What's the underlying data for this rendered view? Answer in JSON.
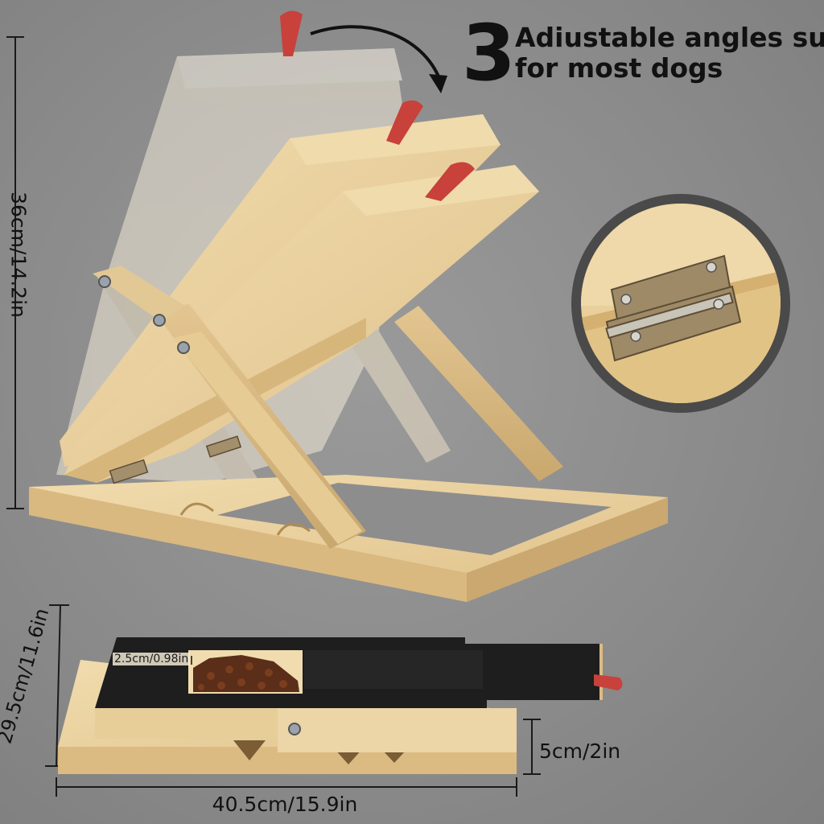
{
  "headline": {
    "number": "3",
    "line1": "Adiustable angles suit",
    "line2": "for most dogs"
  },
  "dimensions": {
    "height": "36cm/14.2in",
    "depth": "29.5cm/11.6in",
    "width": "40.5cm/15.9in",
    "thickness": "5cm/2in",
    "lip": "2.5cm/0.98in"
  },
  "colors": {
    "background": "#8d8d8d",
    "wood": "#e8cf9c",
    "sandpaper": "#1e1e1e",
    "pull_tab": "#c8413b",
    "inset_ring": "#4a4a4a"
  },
  "icons": [
    "curved-arrow-icon",
    "hinge-icon",
    "screw-icon"
  ]
}
